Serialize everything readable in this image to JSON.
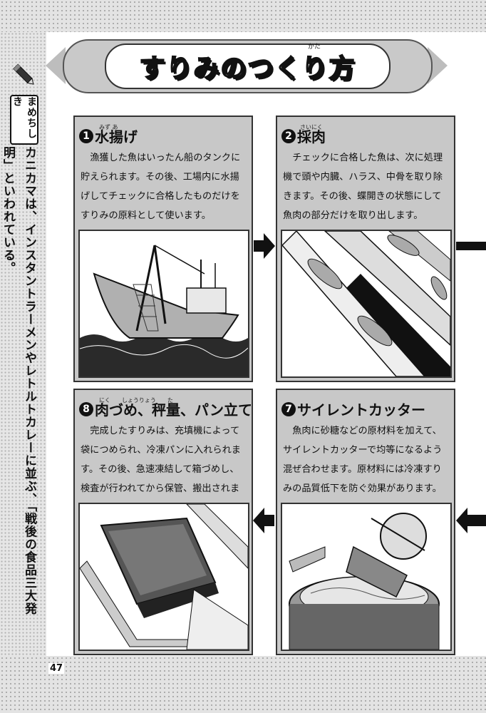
{
  "page": {
    "title": "すりみのつくり方",
    "title_ruby": "かた",
    "page_number": "47"
  },
  "sidebar": {
    "label": "まめちしき",
    "text": "カニカマは、インスタントラーメンやレトルトカレーに並ぶ、「戦後の食品三大発明」といわれている。"
  },
  "steps": [
    {
      "num": "1",
      "heading": "水揚げ",
      "heading_ruby": "みず あ",
      "body": "漁獲した魚はいったん船のタンクに貯えられます。その後、工場内に水揚げしてチェックに合格したものだけをすりみの原料として使います。",
      "illustration": "fishing-boat"
    },
    {
      "num": "2",
      "heading": "採肉",
      "heading_ruby": "さいにく",
      "body": "チェックに合格した魚は、次に処理機で頭や内臓、ハラス、中骨を取り除きます。その後、蝶開きの状態にして魚肉の部分だけを取り出します。",
      "illustration": "fish-processing-conveyor"
    },
    {
      "num": "8",
      "heading": "肉づめ、秤量、パン立て",
      "heading_ruby": "にく　　しょうりょう　　た",
      "body": "完成したすりみは、充填機によって袋につめられ、冷凍パンに入れられます。その後、急速凍結して箱づめし、検査が行われてから保管、搬出されます。",
      "illustration": "frozen-surimi-block"
    },
    {
      "num": "7",
      "heading": "サイレントカッター",
      "heading_ruby": "",
      "body": "魚肉に砂糖などの原材料を加えて、サイレントカッターで均等になるよう混ぜ合わせます。原材料には冷凍すりみの品質低下を防ぐ効果があります。",
      "illustration": "silent-cutter-machine"
    }
  ]
}
